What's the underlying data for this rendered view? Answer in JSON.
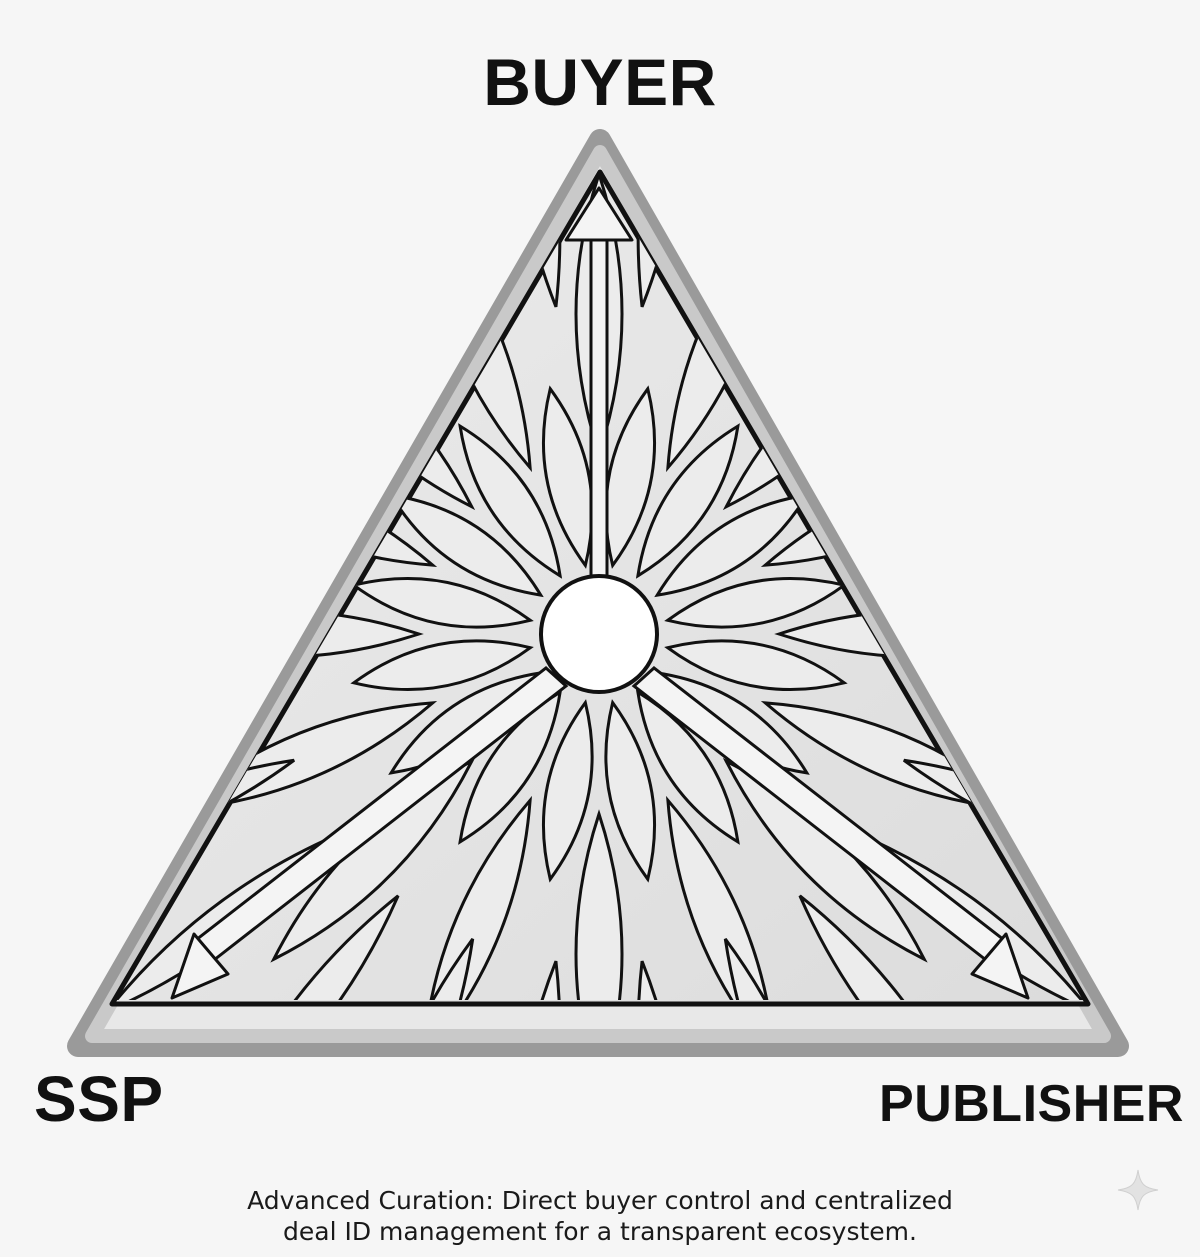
{
  "nodes": {
    "top": "BUYER",
    "bottom_left": "SSP",
    "bottom_right": "PUBLISHER"
  },
  "caption": {
    "line1": "Advanced Curation: Direct buyer control and centralized",
    "line2": "deal ID management for a transparent ecosystem."
  },
  "colors": {
    "background": "#f6f6f6",
    "frame": "#b9b9b9",
    "inner_fill": "#e4e4e4",
    "stroke": "#111111",
    "center": "#ffffff"
  },
  "icons": [
    "arrow-up-icon",
    "arrow-down-left-icon",
    "arrow-down-right-icon",
    "sparkle-icon"
  ]
}
